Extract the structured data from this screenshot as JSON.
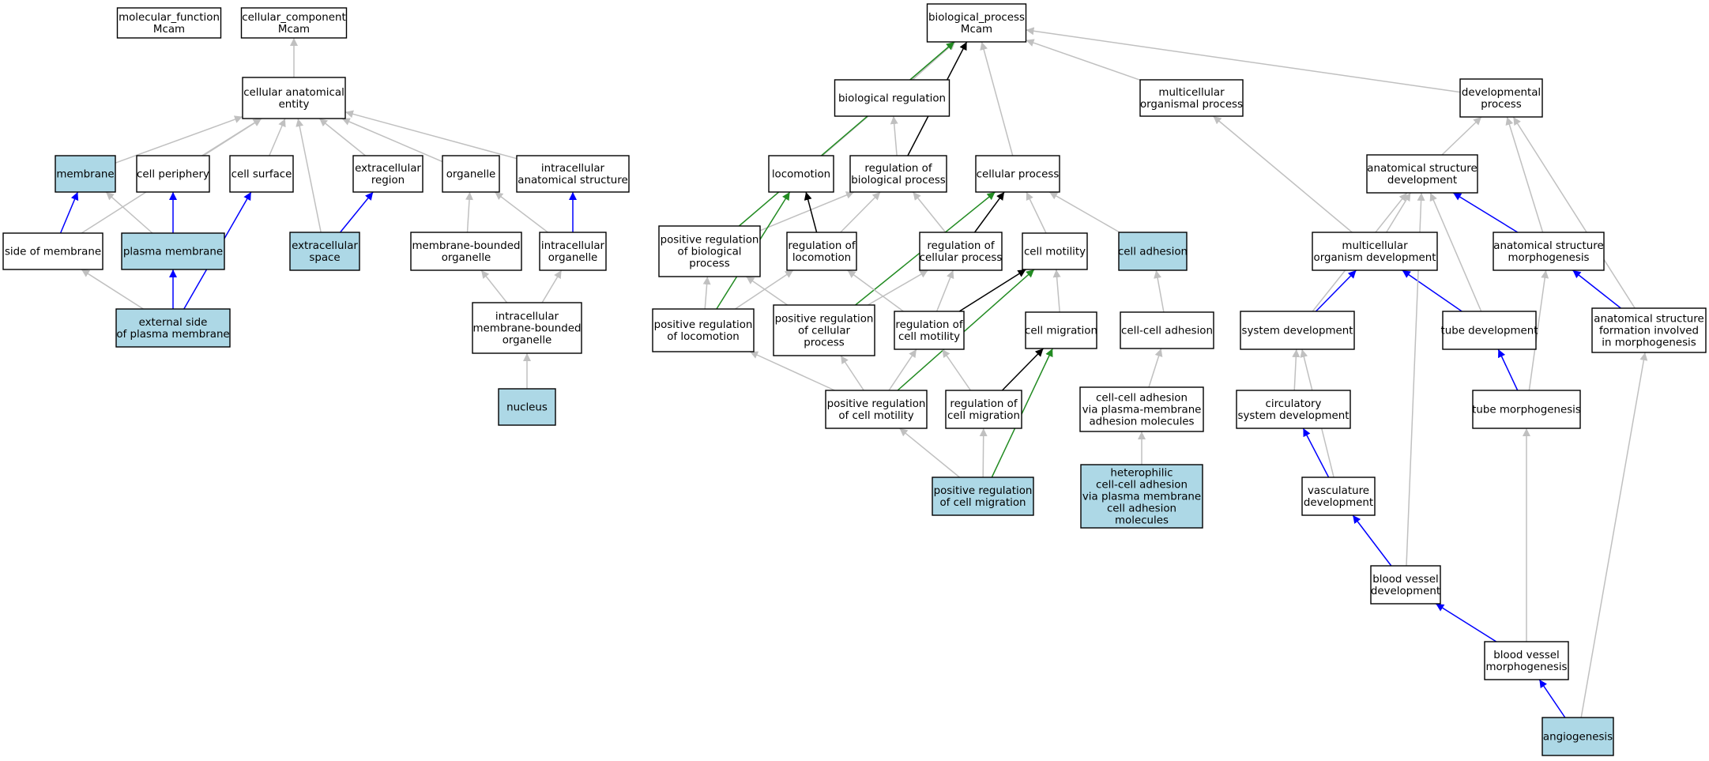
{
  "colors": {
    "highlight_fill": "#add8e6",
    "plain_fill": "#ffffff",
    "edge_is_a": "#c0c0c0",
    "edge_part_of": "#0000ff",
    "edge_regulates": "#000000",
    "edge_positively_regulates": "#228b22"
  },
  "nodes": [
    {
      "id": "molecular_function",
      "lines": [
        "molecular_function",
        "Mcam"
      ],
      "highlight": false
    },
    {
      "id": "cellular_component",
      "lines": [
        "cellular_component",
        "Mcam"
      ],
      "highlight": false
    },
    {
      "id": "cellular_anatomical_entity",
      "lines": [
        "cellular anatomical",
        "entity"
      ],
      "highlight": false
    },
    {
      "id": "membrane",
      "lines": [
        "membrane"
      ],
      "highlight": true
    },
    {
      "id": "cell_periphery",
      "lines": [
        "cell periphery"
      ],
      "highlight": false
    },
    {
      "id": "cell_surface",
      "lines": [
        "cell surface"
      ],
      "highlight": false
    },
    {
      "id": "extracellular_region",
      "lines": [
        "extracellular",
        "region"
      ],
      "highlight": false
    },
    {
      "id": "organelle",
      "lines": [
        "organelle"
      ],
      "highlight": false
    },
    {
      "id": "intracellular_anatomical_structure",
      "lines": [
        "intracellular",
        "anatomical structure"
      ],
      "highlight": false
    },
    {
      "id": "side_of_membrane",
      "lines": [
        "side of membrane"
      ],
      "highlight": false
    },
    {
      "id": "plasma_membrane",
      "lines": [
        "plasma membrane"
      ],
      "highlight": true
    },
    {
      "id": "extracellular_space",
      "lines": [
        "extracellular",
        "space"
      ],
      "highlight": true
    },
    {
      "id": "membrane_bounded_organelle",
      "lines": [
        "membrane-bounded",
        "organelle"
      ],
      "highlight": false
    },
    {
      "id": "intracellular_organelle",
      "lines": [
        "intracellular",
        "organelle"
      ],
      "highlight": false
    },
    {
      "id": "external_side_of_plasma_membrane",
      "lines": [
        "external side",
        "of plasma membrane"
      ],
      "highlight": true
    },
    {
      "id": "intracellular_membrane_bounded_organelle",
      "lines": [
        "intracellular",
        "membrane-bounded",
        "organelle"
      ],
      "highlight": false
    },
    {
      "id": "nucleus",
      "lines": [
        "nucleus"
      ],
      "highlight": true
    },
    {
      "id": "biological_process",
      "lines": [
        "biological_process",
        "Mcam"
      ],
      "highlight": false
    },
    {
      "id": "biological_regulation",
      "lines": [
        "biological regulation"
      ],
      "highlight": false
    },
    {
      "id": "multicellular_organismal_process",
      "lines": [
        "multicellular",
        "organismal process"
      ],
      "highlight": false
    },
    {
      "id": "developmental_process",
      "lines": [
        "developmental",
        "process"
      ],
      "highlight": false
    },
    {
      "id": "locomotion",
      "lines": [
        "locomotion"
      ],
      "highlight": false
    },
    {
      "id": "regulation_of_biological_process",
      "lines": [
        "regulation of",
        "biological process"
      ],
      "highlight": false
    },
    {
      "id": "cellular_process",
      "lines": [
        "cellular process"
      ],
      "highlight": false
    },
    {
      "id": "anatomical_structure_development",
      "lines": [
        "anatomical structure",
        "development"
      ],
      "highlight": false
    },
    {
      "id": "positive_regulation_of_biological_process",
      "lines": [
        "positive regulation",
        "of biological",
        "process"
      ],
      "highlight": false
    },
    {
      "id": "regulation_of_locomotion",
      "lines": [
        "regulation of",
        "locomotion"
      ],
      "highlight": false
    },
    {
      "id": "regulation_of_cellular_process",
      "lines": [
        "regulation of",
        "cellular process"
      ],
      "highlight": false
    },
    {
      "id": "cell_motility",
      "lines": [
        "cell motility"
      ],
      "highlight": false
    },
    {
      "id": "cell_adhesion",
      "lines": [
        "cell adhesion"
      ],
      "highlight": true
    },
    {
      "id": "multicellular_organism_development",
      "lines": [
        "multicellular",
        "organism development"
      ],
      "highlight": false
    },
    {
      "id": "anatomical_structure_morphogenesis",
      "lines": [
        "anatomical structure",
        "morphogenesis"
      ],
      "highlight": false
    },
    {
      "id": "positive_regulation_of_locomotion",
      "lines": [
        "positive regulation",
        "of locomotion"
      ],
      "highlight": false
    },
    {
      "id": "positive_regulation_of_cellular_process",
      "lines": [
        "positive regulation",
        "of cellular",
        "process"
      ],
      "highlight": false
    },
    {
      "id": "regulation_of_cell_motility",
      "lines": [
        "regulation of",
        "cell motility"
      ],
      "highlight": false
    },
    {
      "id": "cell_migration",
      "lines": [
        "cell migration"
      ],
      "highlight": false
    },
    {
      "id": "cell_cell_adhesion",
      "lines": [
        "cell-cell adhesion"
      ],
      "highlight": false
    },
    {
      "id": "system_development",
      "lines": [
        "system development"
      ],
      "highlight": false
    },
    {
      "id": "tube_development",
      "lines": [
        "tube development"
      ],
      "highlight": false
    },
    {
      "id": "anatomical_structure_formation",
      "lines": [
        "anatomical structure",
        "formation involved",
        "in morphogenesis"
      ],
      "highlight": false
    },
    {
      "id": "positive_regulation_of_cell_motility",
      "lines": [
        "positive regulation",
        "of cell motility"
      ],
      "highlight": false
    },
    {
      "id": "regulation_of_cell_migration",
      "lines": [
        "regulation of",
        "cell migration"
      ],
      "highlight": false
    },
    {
      "id": "cell_cell_adhesion_via_pm",
      "lines": [
        "cell-cell adhesion",
        "via plasma-membrane",
        "adhesion molecules"
      ],
      "highlight": false
    },
    {
      "id": "circulatory_system_development",
      "lines": [
        "circulatory",
        "system development"
      ],
      "highlight": false
    },
    {
      "id": "tube_morphogenesis",
      "lines": [
        "tube morphogenesis"
      ],
      "highlight": false
    },
    {
      "id": "positive_regulation_of_cell_migration",
      "lines": [
        "positive regulation",
        "of cell migration"
      ],
      "highlight": true
    },
    {
      "id": "heterophilic_cell_cell_adhesion",
      "lines": [
        "heterophilic",
        "cell-cell adhesion",
        "via plasma membrane",
        "cell adhesion",
        "molecules"
      ],
      "highlight": true
    },
    {
      "id": "vasculature_development",
      "lines": [
        "vasculature",
        "development"
      ],
      "highlight": false
    },
    {
      "id": "blood_vessel_development",
      "lines": [
        "blood vessel",
        "development"
      ],
      "highlight": false
    },
    {
      "id": "blood_vessel_morphogenesis",
      "lines": [
        "blood vessel",
        "morphogenesis"
      ],
      "highlight": false
    },
    {
      "id": "angiogenesis",
      "lines": [
        "angiogenesis"
      ],
      "highlight": true
    }
  ],
  "edges": [
    {
      "from": "cellular_anatomical_entity",
      "to": "cellular_component",
      "relation": "is_a"
    },
    {
      "from": "membrane",
      "to": "cellular_anatomical_entity",
      "relation": "is_a"
    },
    {
      "from": "cell_periphery",
      "to": "cellular_anatomical_entity",
      "relation": "is_a"
    },
    {
      "from": "cell_surface",
      "to": "cellular_anatomical_entity",
      "relation": "is_a"
    },
    {
      "from": "extracellular_region",
      "to": "cellular_anatomical_entity",
      "relation": "is_a"
    },
    {
      "from": "organelle",
      "to": "cellular_anatomical_entity",
      "relation": "is_a"
    },
    {
      "from": "intracellular_anatomical_structure",
      "to": "cellular_anatomical_entity",
      "relation": "is_a"
    },
    {
      "from": "side_of_membrane",
      "to": "cellular_anatomical_entity",
      "relation": "is_a"
    },
    {
      "from": "extracellular_space",
      "to": "cellular_anatomical_entity",
      "relation": "is_a"
    },
    {
      "from": "side_of_membrane",
      "to": "membrane",
      "relation": "part_of"
    },
    {
      "from": "plasma_membrane",
      "to": "membrane",
      "relation": "is_a"
    },
    {
      "from": "plasma_membrane",
      "to": "cell_periphery",
      "relation": "part_of"
    },
    {
      "from": "extracellular_space",
      "to": "extracellular_region",
      "relation": "part_of"
    },
    {
      "from": "membrane_bounded_organelle",
      "to": "organelle",
      "relation": "is_a"
    },
    {
      "from": "intracellular_organelle",
      "to": "organelle",
      "relation": "is_a"
    },
    {
      "from": "intracellular_organelle",
      "to": "intracellular_anatomical_structure",
      "relation": "part_of"
    },
    {
      "from": "external_side_of_plasma_membrane",
      "to": "side_of_membrane",
      "relation": "is_a"
    },
    {
      "from": "external_side_of_plasma_membrane",
      "to": "plasma_membrane",
      "relation": "part_of"
    },
    {
      "from": "external_side_of_plasma_membrane",
      "to": "cell_surface",
      "relation": "part_of"
    },
    {
      "from": "intracellular_membrane_bounded_organelle",
      "to": "membrane_bounded_organelle",
      "relation": "is_a"
    },
    {
      "from": "intracellular_membrane_bounded_organelle",
      "to": "intracellular_organelle",
      "relation": "is_a"
    },
    {
      "from": "nucleus",
      "to": "intracellular_membrane_bounded_organelle",
      "relation": "is_a"
    },
    {
      "from": "biological_regulation",
      "to": "biological_process",
      "relation": "is_a"
    },
    {
      "from": "multicellular_organismal_process",
      "to": "biological_process",
      "relation": "is_a"
    },
    {
      "from": "developmental_process",
      "to": "biological_process",
      "relation": "is_a"
    },
    {
      "from": "locomotion",
      "to": "biological_process",
      "relation": "is_a"
    },
    {
      "from": "cellular_process",
      "to": "biological_process",
      "relation": "is_a"
    },
    {
      "from": "regulation_of_biological_process",
      "to": "biological_process",
      "relation": "regulates"
    },
    {
      "from": "regulation_of_biological_process",
      "to": "biological_regulation",
      "relation": "is_a"
    },
    {
      "from": "positive_regulation_of_biological_process",
      "to": "biological_process",
      "relation": "positively_regulates"
    },
    {
      "from": "anatomical_structure_development",
      "to": "developmental_process",
      "relation": "is_a"
    },
    {
      "from": "positive_regulation_of_biological_process",
      "to": "regulation_of_biological_process",
      "relation": "is_a"
    },
    {
      "from": "regulation_of_locomotion",
      "to": "locomotion",
      "relation": "regulates"
    },
    {
      "from": "regulation_of_locomotion",
      "to": "regulation_of_biological_process",
      "relation": "is_a"
    },
    {
      "from": "regulation_of_cellular_process",
      "to": "regulation_of_biological_process",
      "relation": "is_a"
    },
    {
      "from": "regulation_of_cellular_process",
      "to": "cellular_process",
      "relation": "regulates"
    },
    {
      "from": "cell_motility",
      "to": "cellular_process",
      "relation": "is_a"
    },
    {
      "from": "cell_adhesion",
      "to": "cellular_process",
      "relation": "is_a"
    },
    {
      "from": "multicellular_organism_development",
      "to": "multicellular_organismal_process",
      "relation": "is_a"
    },
    {
      "from": "multicellular_organism_development",
      "to": "anatomical_structure_development",
      "relation": "is_a"
    },
    {
      "from": "anatomical_structure_morphogenesis",
      "to": "anatomical_structure_development",
      "relation": "part_of"
    },
    {
      "from": "anatomical_structure_morphogenesis",
      "to": "developmental_process",
      "relation": "is_a"
    },
    {
      "from": "positive_regulation_of_locomotion",
      "to": "locomotion",
      "relation": "positively_regulates"
    },
    {
      "from": "positive_regulation_of_locomotion",
      "to": "positive_regulation_of_biological_process",
      "relation": "is_a"
    },
    {
      "from": "positive_regulation_of_locomotion",
      "to": "regulation_of_locomotion",
      "relation": "is_a"
    },
    {
      "from": "positive_regulation_of_cellular_process",
      "to": "positive_regulation_of_biological_process",
      "relation": "is_a"
    },
    {
      "from": "positive_regulation_of_cellular_process",
      "to": "regulation_of_cellular_process",
      "relation": "is_a"
    },
    {
      "from": "positive_regulation_of_cellular_process",
      "to": "cellular_process",
      "relation": "positively_regulates"
    },
    {
      "from": "regulation_of_cell_motility",
      "to": "regulation_of_locomotion",
      "relation": "is_a"
    },
    {
      "from": "regulation_of_cell_motility",
      "to": "regulation_of_cellular_process",
      "relation": "is_a"
    },
    {
      "from": "regulation_of_cell_motility",
      "to": "cell_motility",
      "relation": "regulates"
    },
    {
      "from": "cell_migration",
      "to": "cell_motility",
      "relation": "is_a"
    },
    {
      "from": "cell_cell_adhesion",
      "to": "cell_adhesion",
      "relation": "is_a"
    },
    {
      "from": "system_development",
      "to": "multicellular_organism_development",
      "relation": "part_of"
    },
    {
      "from": "system_development",
      "to": "anatomical_structure_development",
      "relation": "is_a"
    },
    {
      "from": "tube_development",
      "to": "multicellular_organism_development",
      "relation": "part_of"
    },
    {
      "from": "tube_development",
      "to": "anatomical_structure_development",
      "relation": "is_a"
    },
    {
      "from": "anatomical_structure_formation",
      "to": "anatomical_structure_morphogenesis",
      "relation": "part_of"
    },
    {
      "from": "anatomical_structure_formation",
      "to": "developmental_process",
      "relation": "is_a"
    },
    {
      "from": "positive_regulation_of_cell_motility",
      "to": "positive_regulation_of_locomotion",
      "relation": "is_a"
    },
    {
      "from": "positive_regulation_of_cell_motility",
      "to": "positive_regulation_of_cellular_process",
      "relation": "is_a"
    },
    {
      "from": "positive_regulation_of_cell_motility",
      "to": "regulation_of_cell_motility",
      "relation": "is_a"
    },
    {
      "from": "positive_regulation_of_cell_motility",
      "to": "cell_motility",
      "relation": "positively_regulates"
    },
    {
      "from": "regulation_of_cell_migration",
      "to": "regulation_of_cell_motility",
      "relation": "is_a"
    },
    {
      "from": "regulation_of_cell_migration",
      "to": "cell_migration",
      "relation": "regulates"
    },
    {
      "from": "cell_cell_adhesion_via_pm",
      "to": "cell_cell_adhesion",
      "relation": "is_a"
    },
    {
      "from": "circulatory_system_development",
      "to": "system_development",
      "relation": "is_a"
    },
    {
      "from": "tube_morphogenesis",
      "to": "tube_development",
      "relation": "part_of"
    },
    {
      "from": "tube_morphogenesis",
      "to": "anatomical_structure_morphogenesis",
      "relation": "is_a"
    },
    {
      "from": "positive_regulation_of_cell_migration",
      "to": "positive_regulation_of_cell_motility",
      "relation": "is_a"
    },
    {
      "from": "positive_regulation_of_cell_migration",
      "to": "regulation_of_cell_migration",
      "relation": "is_a"
    },
    {
      "from": "positive_regulation_of_cell_migration",
      "to": "cell_migration",
      "relation": "positively_regulates"
    },
    {
      "from": "heterophilic_cell_cell_adhesion",
      "to": "cell_cell_adhesion_via_pm",
      "relation": "is_a"
    },
    {
      "from": "vasculature_development",
      "to": "circulatory_system_development",
      "relation": "part_of"
    },
    {
      "from": "vasculature_development",
      "to": "system_development",
      "relation": "is_a"
    },
    {
      "from": "blood_vessel_development",
      "to": "vasculature_development",
      "relation": "part_of"
    },
    {
      "from": "blood_vessel_development",
      "to": "anatomical_structure_development",
      "relation": "is_a"
    },
    {
      "from": "blood_vessel_morphogenesis",
      "to": "blood_vessel_development",
      "relation": "part_of"
    },
    {
      "from": "blood_vessel_morphogenesis",
      "to": "tube_morphogenesis",
      "relation": "is_a"
    },
    {
      "from": "angiogenesis",
      "to": "blood_vessel_morphogenesis",
      "relation": "part_of"
    },
    {
      "from": "angiogenesis",
      "to": "anatomical_structure_formation",
      "relation": "is_a"
    }
  ]
}
